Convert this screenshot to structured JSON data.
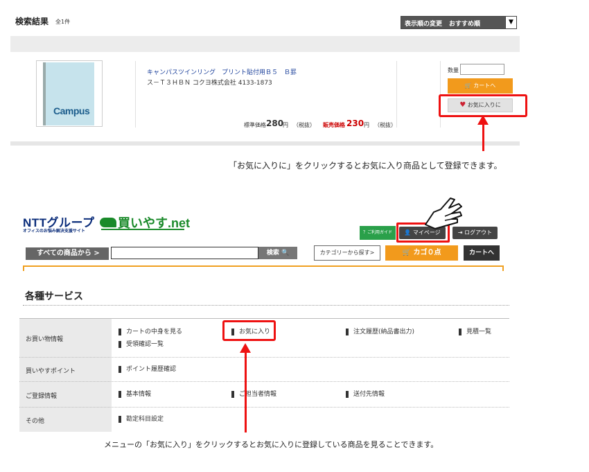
{
  "search_results": {
    "title": "検索結果",
    "count": "全1件",
    "sort_label": "表示順の変更",
    "sort_value": "おすすめ順",
    "product": {
      "image_brand": "Campus",
      "name": "キャンパスツインリング　プリント貼付用Ｂ５　Ｂ罫",
      "code": "ス－Ｔ３ＨＢＮ コクヨ株式会社 4133-1873",
      "std_price_label": "標準価格",
      "std_price": "280",
      "yen": "円",
      "tax": "（税抜）",
      "sale_price_label": "販売価格",
      "sale_price": "230",
      "qty_label": "数量",
      "cart_button": "カートへ",
      "favorite_button": "お気に入りに"
    }
  },
  "caption_top": "「お気に入りに」をクリックするとお気に入り商品として登録できます。",
  "header": {
    "logo_ntt": "NTTグループ",
    "logo_sub": "オフィスのお悩み解決支援サイト",
    "logo_brand": "買いやす.net",
    "guide_button": "？ご利用ガイド",
    "mypage_button": "マイページ",
    "logout_button": "ログアウト",
    "all_products_button": "すべての商品から",
    "search_button": "検索",
    "category_button": "カテゴリーから探す",
    "basket_button": "カゴ０点",
    "to_cart_button": "カートへ"
  },
  "services": {
    "title": "各種サービス",
    "rows": [
      {
        "category": "お買い物情報",
        "links": [
          "カートの中身を見る",
          "お気に入り",
          "注文履歴(納品書出力)",
          "見積一覧",
          "受領確認一覧"
        ]
      },
      {
        "category": "買いやすポイント",
        "links": [
          "ポイント履歴確認"
        ]
      },
      {
        "category": "ご登録情報",
        "links": [
          "基本情報",
          "ご担当者情報",
          "送付先情報"
        ]
      },
      {
        "category": "その他",
        "links": [
          "勘定科目設定"
        ]
      }
    ]
  },
  "caption_bottom": "メニューの「お気に入り」をクリックするとお気に入りに登録している商品を見ることできます。",
  "colors": {
    "accent_orange": "#f29a1c",
    "annotation_red": "#e11111",
    "brand_green": "#1a8a2a",
    "brand_navy": "#0a2c7a"
  }
}
